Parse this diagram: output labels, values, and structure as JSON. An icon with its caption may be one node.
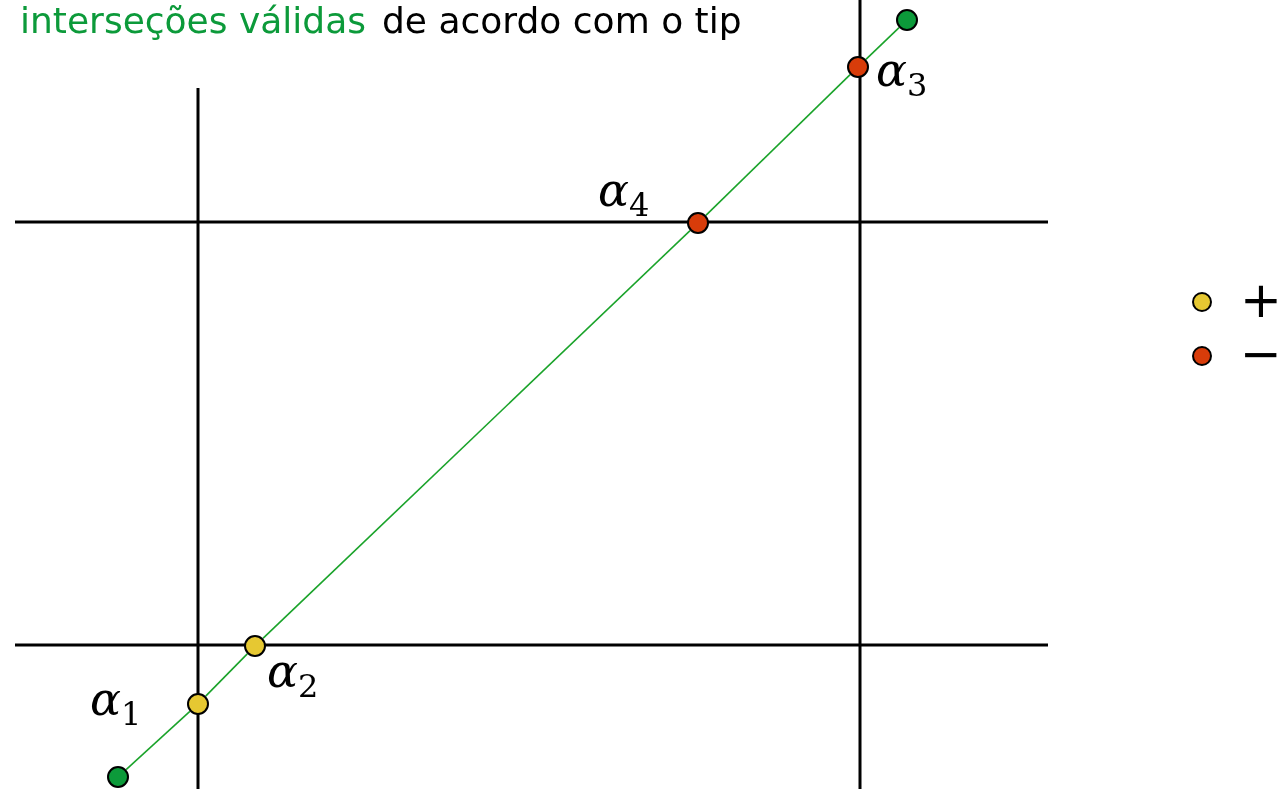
{
  "diagram": {
    "nodes": [
      {
        "text": [],
        "shape": "circle"
      },
      {
        "text": [],
        "shape": "circle",
        "beside": [
          "α$_{3}$"
        ]
      },
      {
        "text": [],
        "shape": "circle",
        "beside": [
          "α$_{4}$"
        ]
      },
      {
        "text": [],
        "shape": "circle",
        "beside": [
          "α$_{2}$"
        ]
      },
      {
        "text": [],
        "shape": "circle",
        "beside": [
          "α$_{1}$"
        ]
      },
      {
        "text": [],
        "shape": "circle"
      }
    ],
    "edges": [
      {
        "from": 5,
        "to": 4,
        "arrow": "none"
      },
      {
        "from": 4,
        "to": 3,
        "arrow": "none"
      },
      {
        "from": 3,
        "to": 2,
        "arrow": "none"
      },
      {
        "from": 2,
        "to": 1,
        "arrow": "none"
      },
      {
        "from": 1,
        "to": 0,
        "arrow": "none"
      }
    ],
    "labels": [
      "interseções válidas",
      "de acordo com o tip"
    ],
    "legend": [
      {
        "text": "+",
        "color": "#e6c832"
      },
      {
        "text": "−",
        "color": "#d83c0a"
      }
    ]
  }
}
